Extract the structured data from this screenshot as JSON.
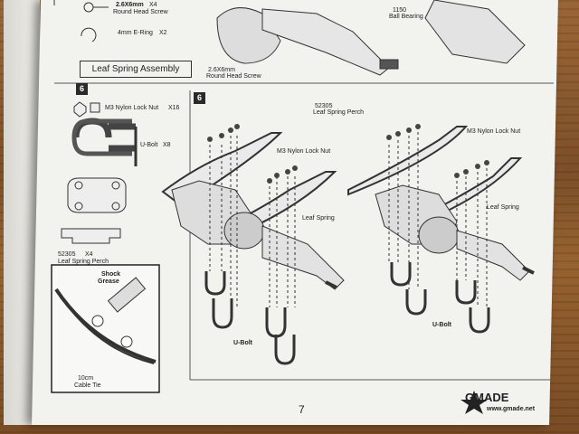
{
  "header": {
    "screw_top_label": "2.6X6mm",
    "screw_top_sub": "Round Head Screw",
    "screw_top_qty": "X4",
    "ering_label": "4mm E-Ring",
    "ering_qty": "X2",
    "screw_bottom_label": "2.6X6mm",
    "screw_bottom_sub": "Round Head Screw",
    "bearing_code": "1150",
    "bearing_label": "Ball Bearing"
  },
  "section": {
    "title": "Leaf Spring Assembly",
    "step_parts": "6",
    "step_diagram": "6"
  },
  "parts": {
    "locknut_label": "M3 Nylon Lock Nut",
    "locknut_qty": "X16",
    "ubolt_label": "U-Bolt",
    "ubolt_qty": "X8",
    "perch_code": "52305",
    "perch_qty": "X4",
    "perch_label": "Leaf Spring Perch"
  },
  "inset": {
    "grease_label_1": "Shock",
    "grease_label_2": "Grease",
    "tie_label_1": "10cm",
    "tie_label_2": "Cable Tie"
  },
  "diagram": {
    "perch_code": "52305",
    "perch_label": "Leaf Spring Perch",
    "left_locknut": "M3 Nylon Lock Nut",
    "left_spring": "Leaf Spring",
    "left_ubolt": "U-Bolt",
    "right_locknut": "M3 Nylon Lock Nut",
    "right_spring": "Leaf Spring",
    "right_ubolt": "U-Bolt"
  },
  "footer": {
    "page_number": "7",
    "brand": "GMADE",
    "url": "www.gmade.net"
  }
}
